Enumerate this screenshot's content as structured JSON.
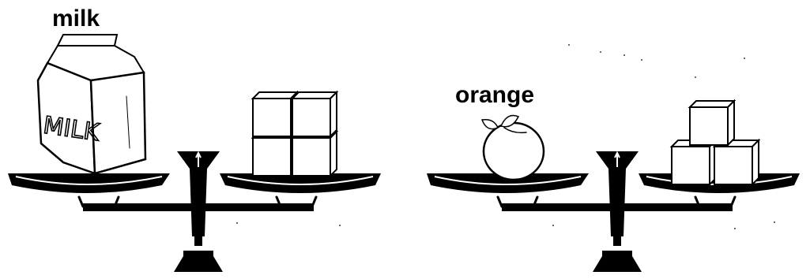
{
  "scales": [
    {
      "left_item": {
        "label": "milk",
        "carton_text": "MILK",
        "icon": "milk-carton-icon"
      },
      "right_item": {
        "icon": "cube-stack-icon",
        "cube_count": 4
      },
      "balanced": true
    },
    {
      "left_item": {
        "label": "orange",
        "icon": "orange-icon"
      },
      "right_item": {
        "icon": "cube-stack-icon",
        "cube_count": 3
      },
      "balanced": true
    }
  ]
}
